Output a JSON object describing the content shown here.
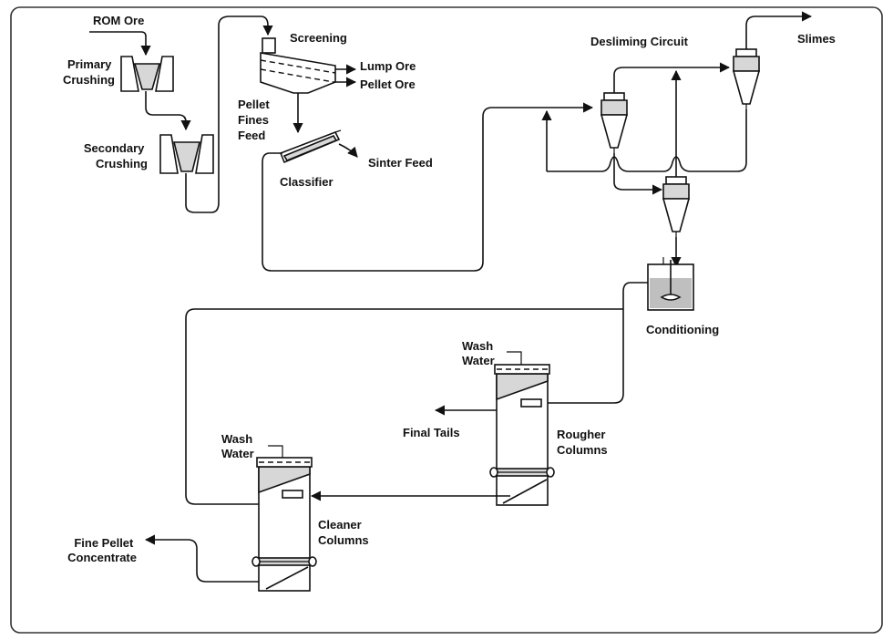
{
  "labels": {
    "rom_ore": "ROM Ore",
    "primary_crushing": [
      "Primary",
      "Crushing"
    ],
    "secondary_crushing": [
      "Secondary",
      "Crushing"
    ],
    "screening": "Screening",
    "lump_ore": "Lump Ore",
    "pellet_ore": "Pellet Ore",
    "pellet_fines_feed": [
      "Pellet",
      "Fines",
      "Feed"
    ],
    "classifier": "Classifier",
    "sinter_feed": "Sinter Feed",
    "desliming_circuit": "Desliming Circuit",
    "slimes": "Slimes",
    "conditioning": "Conditioning",
    "wash_water_rougher": [
      "Wash",
      "Water"
    ],
    "final_tails": "Final Tails",
    "rougher_columns": [
      "Rougher",
      "Columns"
    ],
    "wash_water_cleaner": [
      "Wash",
      "Water"
    ],
    "cleaner_columns": [
      "Cleaner",
      "Columns"
    ],
    "fine_pellet_concentrate": [
      "Fine Pellet",
      "Concentrate"
    ]
  }
}
